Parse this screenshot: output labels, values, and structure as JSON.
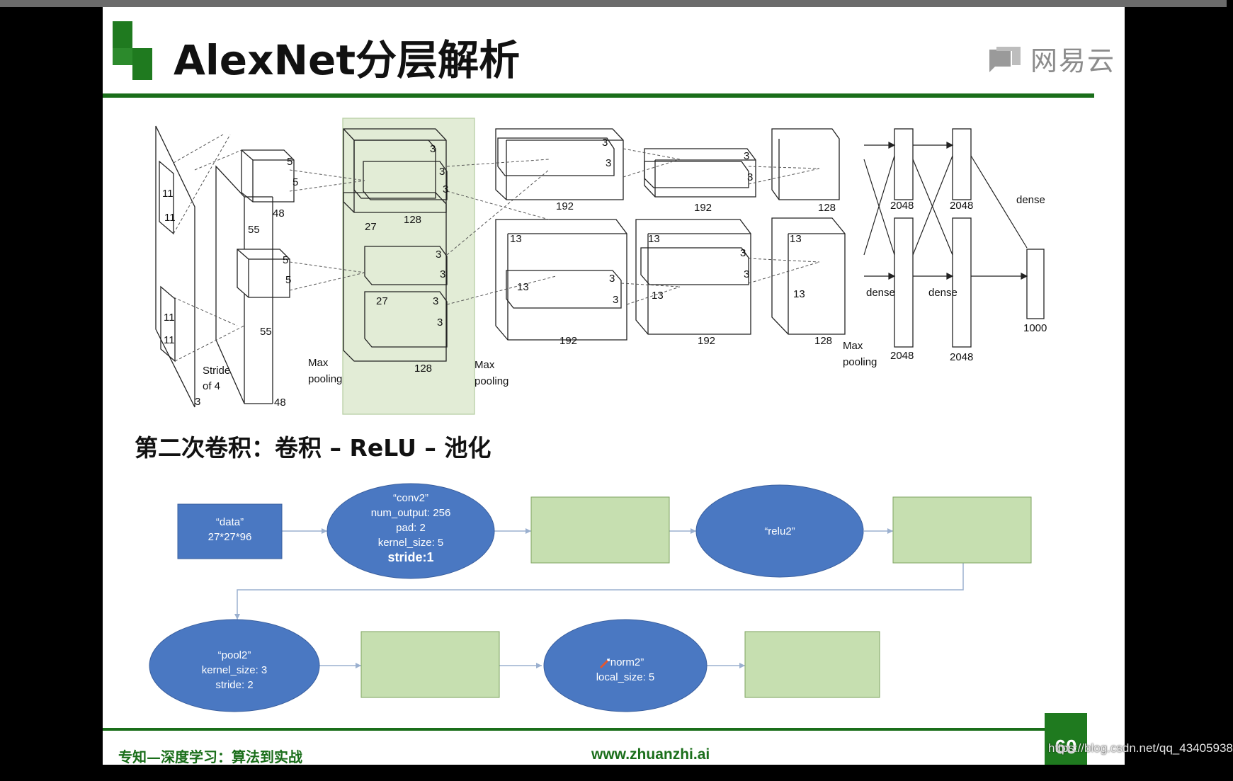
{
  "slide": {
    "title": "AlexNet分层解析",
    "logo_text": "网易云",
    "subtitle": "第二次卷积：卷积 – ReLU – 池化",
    "page_number": "60",
    "footer_left": "专知—深度学习：算法到实战",
    "footer_center": "www.zhuanzhi.ai",
    "watermark": "https://blog.csdn.net/qq_43405938"
  },
  "architecture_labels": {
    "in_11a": "11",
    "in_11b": "11",
    "in_11c": "11",
    "in_11d": "11",
    "c1_5a": "5",
    "c1_5b": "5",
    "c1_5c": "5",
    "c1_5d": "5",
    "c1_48_top": "48",
    "c1_55": "55",
    "c1_55b": "55",
    "stride": "Stride",
    "of4": "of 4",
    "in_3": "3",
    "c1_48_bottom": "48",
    "c2_27a": "27",
    "c2_27b": "27",
    "c2_128_top": "128",
    "c2_128_bottom": "128",
    "k3": "3",
    "maxpool1_a": "Max",
    "maxpool1_b": "pooling",
    "maxpool2_a": "Max",
    "maxpool2_b": "pooling",
    "c3_192_top": "192",
    "c3_192_bottom": "192",
    "c4_192_top": "192",
    "c4_192_bottom": "192",
    "c5_128_top": "128",
    "c5_128_bottom": "128",
    "c3_13a": "13",
    "c3_13b": "13",
    "c4_13a": "13",
    "c4_13b": "13",
    "c5_13a": "13",
    "c5_13b": "13",
    "maxpool3_a": "Max",
    "maxpool3_b": "pooling",
    "fc_2048a": "2048",
    "fc_2048b": "2048",
    "fc_2048c": "2048",
    "fc_2048d": "2048",
    "dense": "dense",
    "out_1000": "1000"
  },
  "flow": {
    "data": {
      "line1": "“data”",
      "line2": "27*27*96"
    },
    "conv2": {
      "line1": "“conv2”",
      "line2": "num_output: 256",
      "line3": "pad: 2",
      "line4": "kernel_size: 5",
      "line5": "stride:1"
    },
    "relu2": {
      "line1": "“relu2”"
    },
    "pool2": {
      "line1": "“pool2”",
      "line2": "kernel_size: 3",
      "line3": "stride: 2"
    },
    "norm2": {
      "line1": "“norm2”",
      "line2": "local_size: 5"
    }
  },
  "colors": {
    "node_blue": "#4a78c2",
    "blob_green": "#c6dfb0",
    "brand_green": "#1f7a1f"
  }
}
